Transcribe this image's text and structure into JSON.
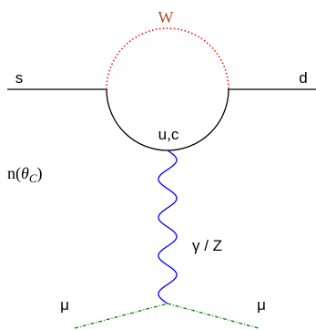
{
  "labels": {
    "boson_top": "W",
    "quark_in": "s",
    "quark_out": "d",
    "loop_quarks": "u,c",
    "n_prefix": "n(",
    "theta_symbol": "θ",
    "theta_subscript": "C",
    "n_suffix": ")",
    "propagator": "γ / Z",
    "muon_left": "μ",
    "muon_right": "μ"
  },
  "colors": {
    "w_boson": "#ff0000",
    "w_label": "#a0522d",
    "quark_line": "#000000",
    "photon_z": "#0000ff",
    "muon_line": "#008000",
    "text": "#000000"
  },
  "line_styles": {
    "w_boson": "dotted",
    "quarks": "solid",
    "photon_z": "wavy",
    "muons": "dash-dotted"
  }
}
